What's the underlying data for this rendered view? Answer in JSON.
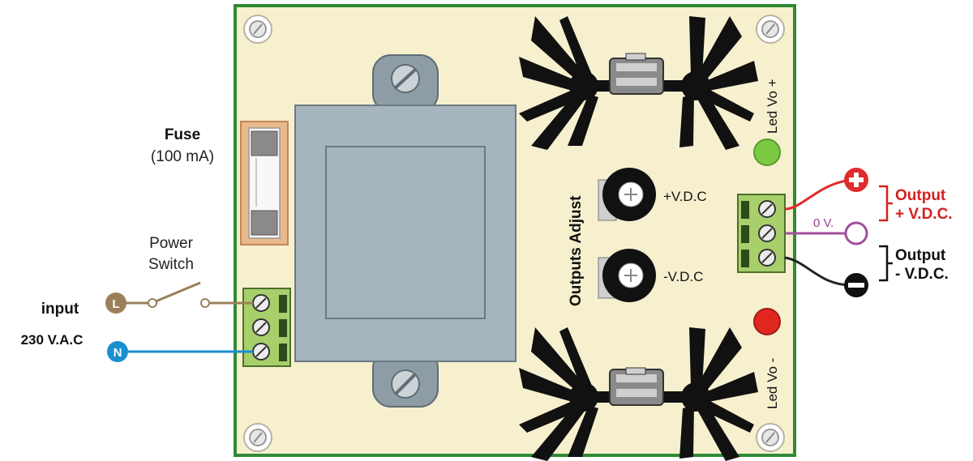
{
  "labels": {
    "fuse_title": "Fuse",
    "fuse_rating": "(100 mA)",
    "power_switch_line1": "Power",
    "power_switch_line2": "Switch",
    "input_title": "input",
    "input_voltage": "230 V.A.C",
    "outputs_adjust": "Outputs Adjust",
    "pot_positive": "+V.D.C",
    "pot_negative": "-V.D.C",
    "led_positive": "Led Vo +",
    "led_negative": "Led Vo -",
    "output_positive_title": "Output",
    "output_positive_value": "+ V.D.C.",
    "output_zero": "0 V.",
    "output_negative_title": "Output",
    "output_negative_value": "- V.D.C.",
    "terminal_live": "L",
    "terminal_neutral": "N"
  },
  "colors": {
    "board_fill": "#f6f0cf",
    "board_border": "#2f8a34",
    "transformer": "#a5b4bd",
    "heatsink": "#111111",
    "terminal_block": "#a7cf6b",
    "fuse_holder": "#e9b98b",
    "live_wire": "#9b7f5a",
    "neutral_wire": "#1a8fd0",
    "positive_wire": "#e02b2b",
    "zero_wire": "#a24f9c",
    "negative_wire": "#222222",
    "led_green": "#7bc943",
    "led_red": "#e0261f"
  }
}
